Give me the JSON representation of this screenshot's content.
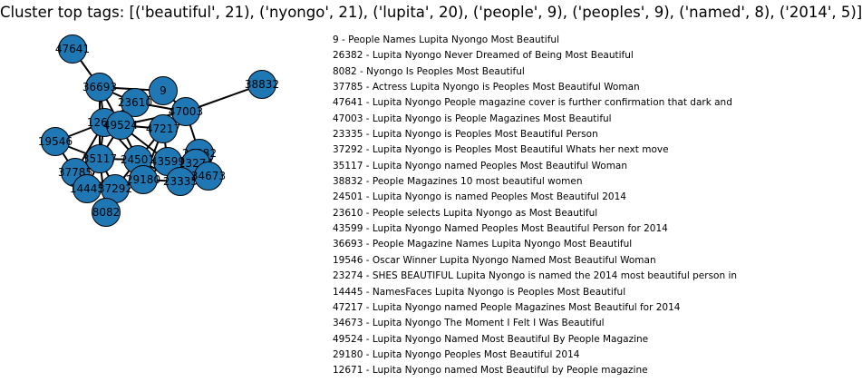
{
  "title": "Cluster top tags: [('beautiful', 21), ('nyongo', 21), ('lupita', 20), ('people', 9), ('peoples', 9), ('named', 8), ('2014', 5)]",
  "node_color": "#1f77b4",
  "nodes": [
    "47641",
    "36693",
    "9",
    "38832",
    "23610",
    "47003",
    "12671",
    "49524",
    "47217",
    "19546",
    "26382",
    "23274",
    "35117",
    "24501",
    "43599",
    "37785",
    "29180",
    "23335",
    "34673",
    "14445",
    "37292",
    "8082"
  ],
  "edges": [
    [
      "47641",
      "36693"
    ],
    [
      "36693",
      "9"
    ],
    [
      "36693",
      "23610"
    ],
    [
      "36693",
      "12671"
    ],
    [
      "36693",
      "49524"
    ],
    [
      "36693",
      "35117"
    ],
    [
      "9",
      "23610"
    ],
    [
      "9",
      "47003"
    ],
    [
      "23610",
      "47003"
    ],
    [
      "23610",
      "49524"
    ],
    [
      "23610",
      "12671"
    ],
    [
      "38832",
      "47003"
    ],
    [
      "47003",
      "49524"
    ],
    [
      "47003",
      "47217"
    ],
    [
      "47003",
      "26382"
    ],
    [
      "12671",
      "49524"
    ],
    [
      "12671",
      "19546"
    ],
    [
      "12671",
      "35117"
    ],
    [
      "12671",
      "24501"
    ],
    [
      "12671",
      "37785"
    ],
    [
      "49524",
      "47217"
    ],
    [
      "49524",
      "35117"
    ],
    [
      "49524",
      "24501"
    ],
    [
      "49524",
      "43599"
    ],
    [
      "47217",
      "24501"
    ],
    [
      "47217",
      "43599"
    ],
    [
      "47217",
      "29180"
    ],
    [
      "19546",
      "35117"
    ],
    [
      "19546",
      "37785"
    ],
    [
      "26382",
      "23274"
    ],
    [
      "26382",
      "34673"
    ],
    [
      "26382",
      "43599"
    ],
    [
      "23274",
      "34673"
    ],
    [
      "23274",
      "23335"
    ],
    [
      "23274",
      "43599"
    ],
    [
      "35117",
      "24501"
    ],
    [
      "35117",
      "37785"
    ],
    [
      "35117",
      "14445"
    ],
    [
      "35117",
      "37292"
    ],
    [
      "35117",
      "8082"
    ],
    [
      "24501",
      "43599"
    ],
    [
      "24501",
      "29180"
    ],
    [
      "24501",
      "37292"
    ],
    [
      "24501",
      "23335"
    ],
    [
      "43599",
      "29180"
    ],
    [
      "43599",
      "23335"
    ],
    [
      "29180",
      "23335"
    ],
    [
      "29180",
      "37292"
    ],
    [
      "37785",
      "14445"
    ],
    [
      "37785",
      "37292"
    ],
    [
      "14445",
      "37292"
    ],
    [
      "37292",
      "8082"
    ]
  ],
  "legend": [
    "9 - People Names Lupita Nyongo Most Beautiful",
    "26382 - Lupita Nyongo Never Dreamed of Being Most Beautiful",
    "8082 - Nyongo Is Peoples Most Beautiful",
    "37785 - Actress Lupita Nyongo is Peoples Most Beautiful Woman",
    "47641 - Lupita Nyongo People magazine cover is further confirmation that dark and",
    "47003 - Lupita Nyongo is People Magazines Most Beautiful",
    "23335 - Lupita Nyongo is Peoples Most Beautiful Person",
    "37292 - Lupita Nyongo is Peoples Most Beautiful Whats her next move",
    "35117 - Lupita Nyongo named Peoples Most Beautiful Woman",
    "38832 - People Magazines 10 most beautiful women",
    "24501 - Lupita Nyongo is named Peoples Most Beautiful 2014",
    "23610 - People selects Lupita Nyongo as Most Beautiful",
    "43599 - Lupita Nyongo Named Peoples Most Beautiful Person for 2014",
    "36693 - People Magazine Names Lupita Nyongo Most Beautiful",
    "19546 - Oscar Winner Lupita Nyongo Named Most Beautiful Woman",
    "23274 - SHES BEAUTIFUL Lupita Nyongo is named the 2014 most beautiful person in",
    "14445 - NamesFaces Lupita Nyongo is Peoples Most Beautiful",
    "47217 - Lupita Nyongo named People Magazines Most Beautiful for 2014",
    "34673 - Lupita Nyongo The Moment I Felt I Was Beautiful",
    "49524 - Lupita Nyongo Named Most Beautiful By People Magazine",
    "29180 - Lupita Nyongo Peoples Most Beautiful 2014",
    "12671 - Lupita Nyongo named Most Beautiful by People magazine"
  ]
}
